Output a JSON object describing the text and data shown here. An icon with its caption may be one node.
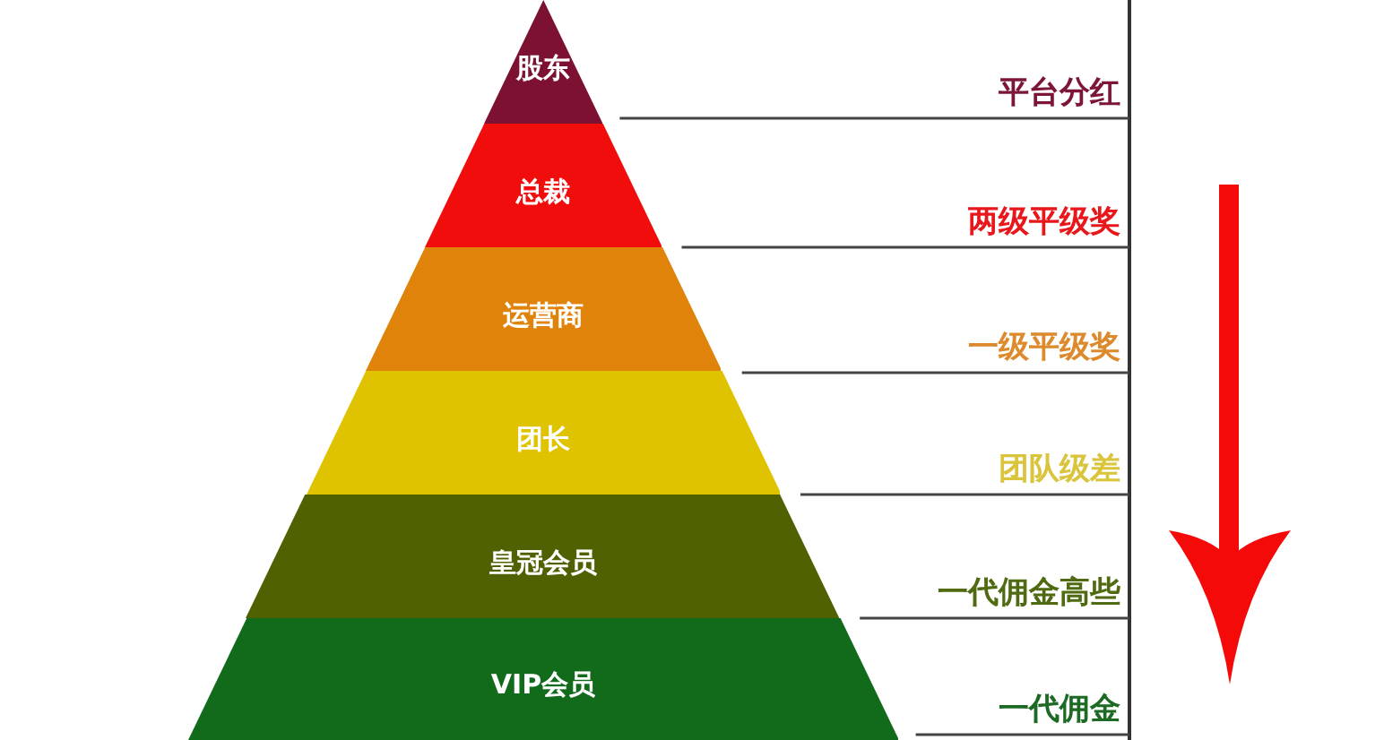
{
  "diagram": {
    "nodes": [
      {
        "text": [
          "股东"
        ]
      },
      {
        "text": [
          "总裁"
        ]
      },
      {
        "text": [
          "运营商"
        ]
      },
      {
        "text": [
          "团长"
        ]
      },
      {
        "text": [
          "皇冠会员"
        ]
      },
      {
        "text": [
          "VIP会员"
        ]
      }
    ],
    "labels": [
      "平台分红",
      "两级平级奖",
      "一级平级奖",
      "团队级差",
      "一代佣金高些",
      "一代佣金"
    ]
  }
}
